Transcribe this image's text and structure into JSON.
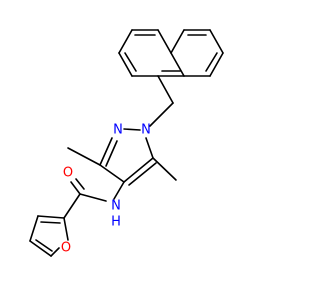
{
  "molecule": {
    "atom_labels": {
      "n_pyrazole_2": "N",
      "n_pyrazole_1": "N",
      "amide_n": "N",
      "amide_h": "H",
      "carbonyl_o": "O",
      "furan_o": "O"
    },
    "colors": {
      "bond": "#000000",
      "nitrogen": "#0000ff",
      "oxygen": "#ff0000",
      "background": "#ffffff"
    }
  }
}
